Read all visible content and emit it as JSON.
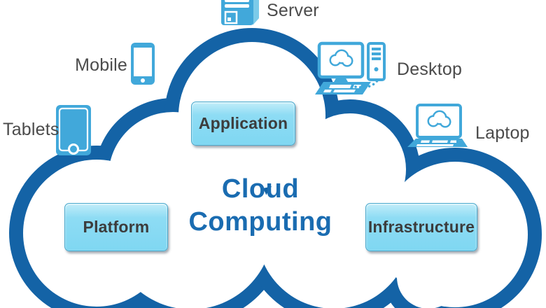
{
  "diagram": {
    "title": {
      "line1": "Cloud",
      "line2": "Computing"
    },
    "boxes": {
      "application": "Application",
      "platform": "Platform",
      "infrastructure": "Infrastructure"
    },
    "devices": {
      "server": "Server",
      "mobile": "Mobile",
      "tablets": "Tablets",
      "desktop": "Desktop",
      "laptop": "Laptop"
    },
    "colors": {
      "cloud_outline": "#1463a6",
      "title_text": "#1a6cb1",
      "device_icon_blue": "#41a8da",
      "layer_box_fill": "#8edcf4",
      "layer_box_border": "#49a8cc",
      "device_label_text": "#4b4b4b",
      "layer_box_text": "#3c3c3c"
    }
  }
}
